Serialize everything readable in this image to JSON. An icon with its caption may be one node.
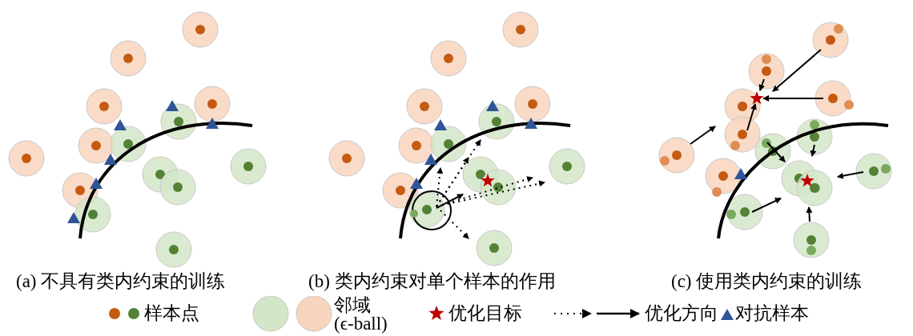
{
  "diagram": {
    "labels": [
      "(a) 不具有类内约束的训练",
      "(b) 类内约束对单个样本的作用",
      "(c) 使用类内约束的训练"
    ],
    "legend": [
      {
        "text": "样本点"
      },
      {
        "text": "邻域 (ϵ-ball)"
      },
      {
        "text": "优化目标"
      },
      {
        "text": "优化方向"
      },
      {
        "text": "对抗样本"
      }
    ]
  }
}
